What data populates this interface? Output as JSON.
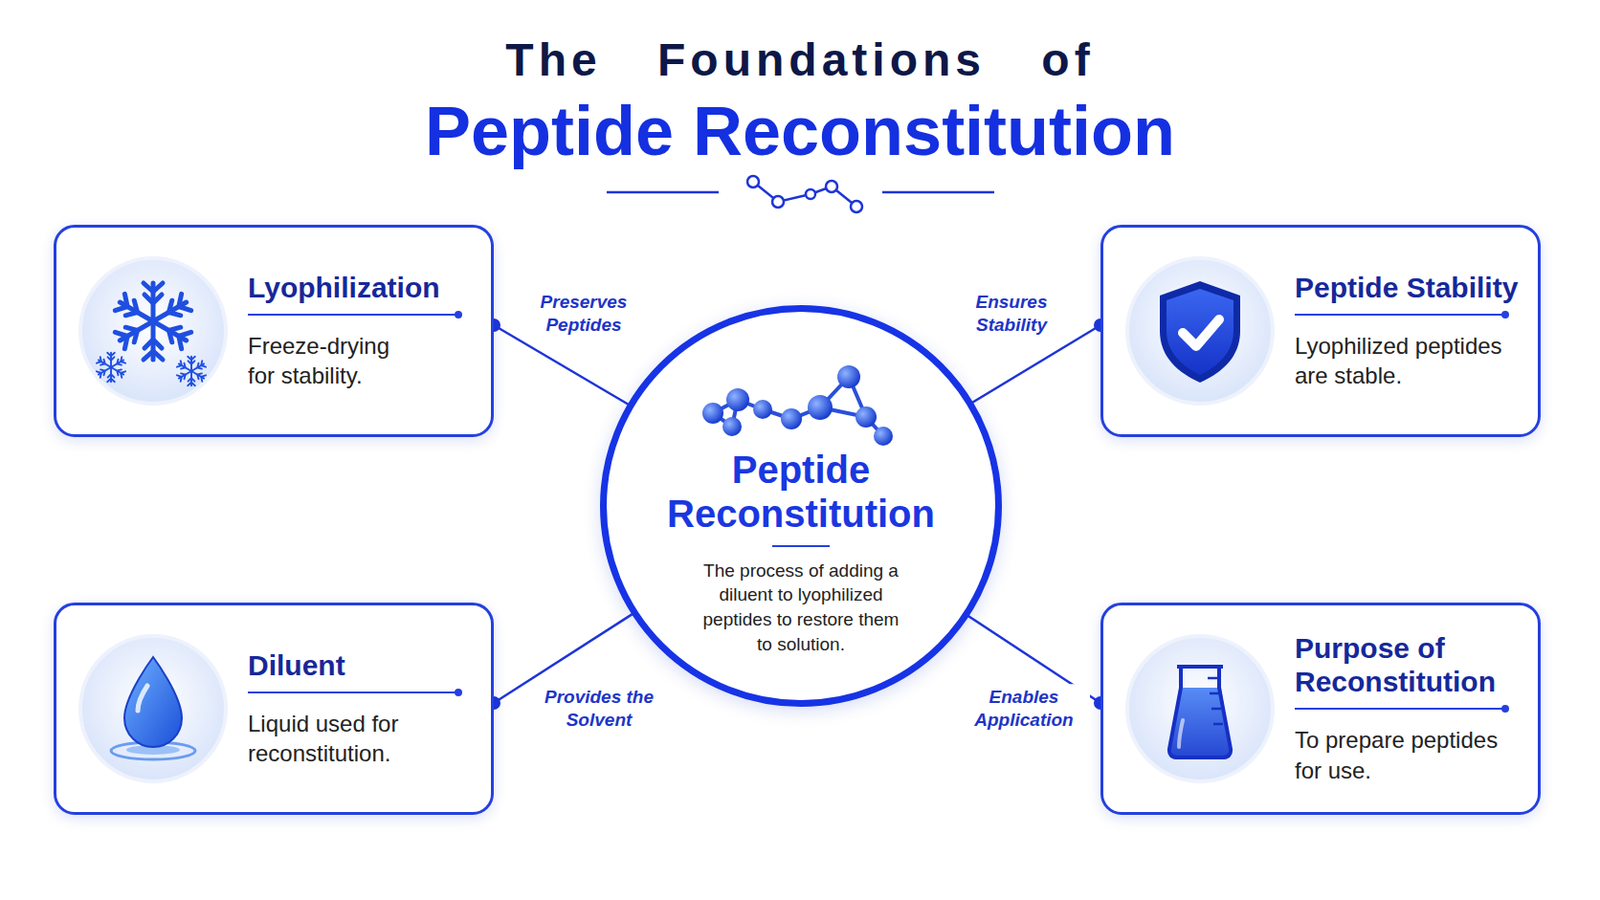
{
  "diagram": {
    "title": "The Foundations of Peptide Reconstitution",
    "nodes": [
      {
        "text": [
          "Lyophilization",
          "Freeze-drying for stability."
        ]
      },
      {
        "text": [
          "Peptide Stability",
          "Lyophilized peptides are stable."
        ]
      },
      {
        "text": [
          "Peptide Reconstitution",
          "The process of adding a diluent to lyophilized peptides to restore them to solution."
        ]
      },
      {
        "text": [
          "Diluent",
          "Liquid used for reconstitution."
        ]
      },
      {
        "text": [
          "Purpose of Reconstitution",
          "To prepare peptides for use."
        ]
      }
    ],
    "edges": [
      {
        "from": 0,
        "to": 2,
        "arrow": "none",
        "label": "Preserves Peptides"
      },
      {
        "from": 1,
        "to": 2,
        "arrow": "none",
        "label": "Ensures Stability"
      },
      {
        "from": 3,
        "to": 2,
        "arrow": "none",
        "label": "Provides the Solvent"
      },
      {
        "from": 4,
        "to": 2,
        "arrow": "none",
        "label": "Enables Application"
      }
    ]
  }
}
